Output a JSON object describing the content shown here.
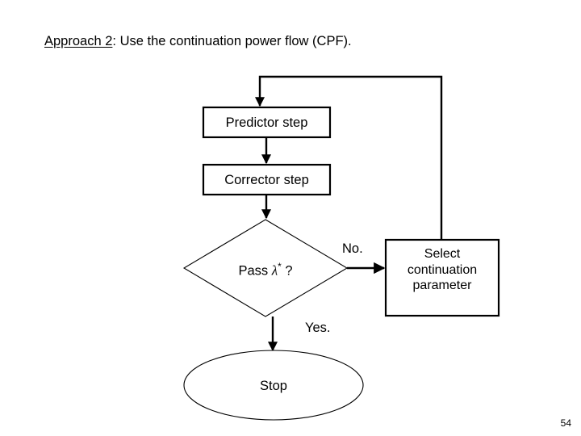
{
  "slide": {
    "title_prefix": "Approach 2",
    "title_rest": ": Use the continuation power flow (CPF).",
    "page_number": "54",
    "background_color": "#ffffff",
    "line_color": "#000000"
  },
  "flowchart": {
    "nodes": [
      {
        "id": "predictor",
        "shape": "rectangle",
        "label": "Predictor step"
      },
      {
        "id": "corrector",
        "shape": "rectangle",
        "label": "Corrector step"
      },
      {
        "id": "decision",
        "shape": "diamond",
        "label_prefix": "Pass ",
        "label_lambda": "λ",
        "label_star": "*",
        "label_suffix": " ?"
      },
      {
        "id": "select",
        "shape": "rectangle",
        "label": "Select\ncontinuation\nparameter"
      },
      {
        "id": "stop",
        "shape": "ellipse",
        "label": "Stop"
      }
    ],
    "edge_labels": [
      {
        "id": "no",
        "text": "No."
      },
      {
        "id": "yes",
        "text": "Yes."
      }
    ]
  }
}
